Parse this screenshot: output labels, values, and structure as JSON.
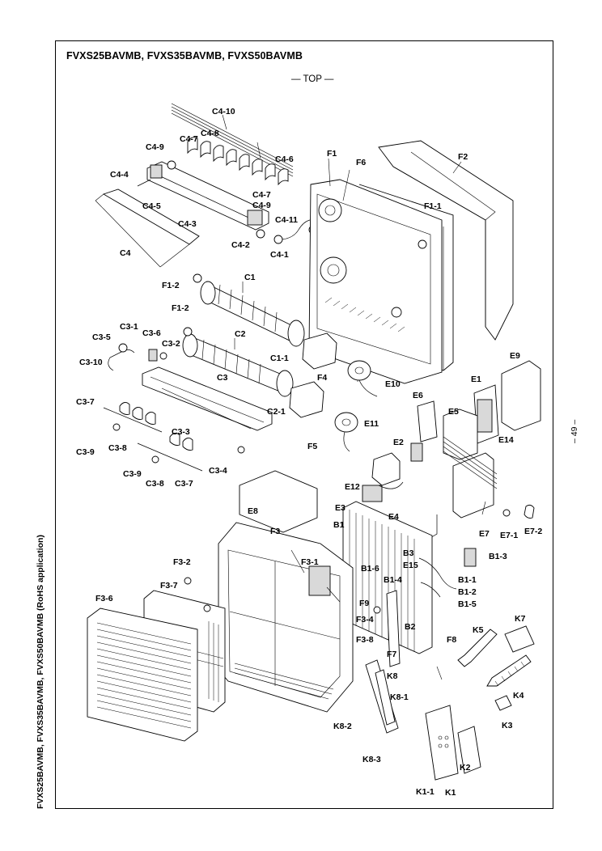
{
  "document": {
    "title": "FVXS25BAVMB, FVXS35BAVMB, FVXS50BAVMB",
    "orientation_label": "— TOP —",
    "side_label": "FVXS25BAVMB, FVXS35BAVMB, FVXS50BAVMB (RoHS application)",
    "page_number": "– 49 –"
  },
  "labels": {
    "c4_10": "C4-10",
    "c4_8": "C4-8",
    "c4_7a": "C4-7",
    "c4_9a": "C4-9",
    "c4_6": "C4-6",
    "c4_4": "C4-4",
    "c4_7b": "C4-7",
    "c4_9b": "C4-9",
    "c4_5": "C4-5",
    "c4_3": "C4-3",
    "c4_11": "C4-11",
    "c4_2": "C4-2",
    "c4_1": "C4-1",
    "c4": "C4",
    "f1": "F1",
    "f6": "F6",
    "f2": "F2",
    "f1_1": "F1-1",
    "f1_2a": "F1-2",
    "c1": "C1",
    "f1_2b": "F1-2",
    "c3_1": "C3-1",
    "c3_5": "C3-5",
    "c3_6": "C3-6",
    "c3_2": "C3-2",
    "c2": "C2",
    "c1_1": "C1-1",
    "c3_10": "C3-10",
    "c3": "C3",
    "f4": "F4",
    "e10": "E10",
    "e9": "E9",
    "e1": "E1",
    "e6": "E6",
    "e5": "E5",
    "c2_1": "C2-1",
    "c3_7a": "C3-7",
    "e11": "E11",
    "e14": "E14",
    "e2": "E2",
    "f5": "F5",
    "c3_9a": "C3-9",
    "c3_8a": "C3-8",
    "c3_3": "C3-3",
    "c3_9b": "C3-9",
    "c3_8b": "C3-8",
    "c3_7b": "C3-7",
    "c3_4": "C3-4",
    "e12": "E12",
    "e3": "E3",
    "e4": "E4",
    "e8": "E8",
    "b1": "B1",
    "e7": "E7",
    "e7_1": "E7-1",
    "e7_2": "E7-2",
    "f3": "F3",
    "f3_1": "F3-1",
    "b1_3": "B1-3",
    "f3_2": "F3-2",
    "b3": "B3",
    "e15": "E15",
    "b1_6": "B1-6",
    "b1_1": "B1-1",
    "b1_4": "B1-4",
    "b1_2": "B1-2",
    "f3_7": "F3-7",
    "f9": "F9",
    "b1_5": "B1-5",
    "f3_6": "F3-6",
    "f3_4": "F3-4",
    "b2": "B2",
    "f8": "F8",
    "k5": "K5",
    "k7": "K7",
    "f3_8": "F3-8",
    "f7": "F7",
    "k4": "K4",
    "k8": "K8",
    "k8_1": "K8-1",
    "k3": "K3",
    "k8_2": "K8-2",
    "k8_3": "K8-3",
    "k2": "K2",
    "k1_1": "K1-1",
    "k1": "K1"
  }
}
